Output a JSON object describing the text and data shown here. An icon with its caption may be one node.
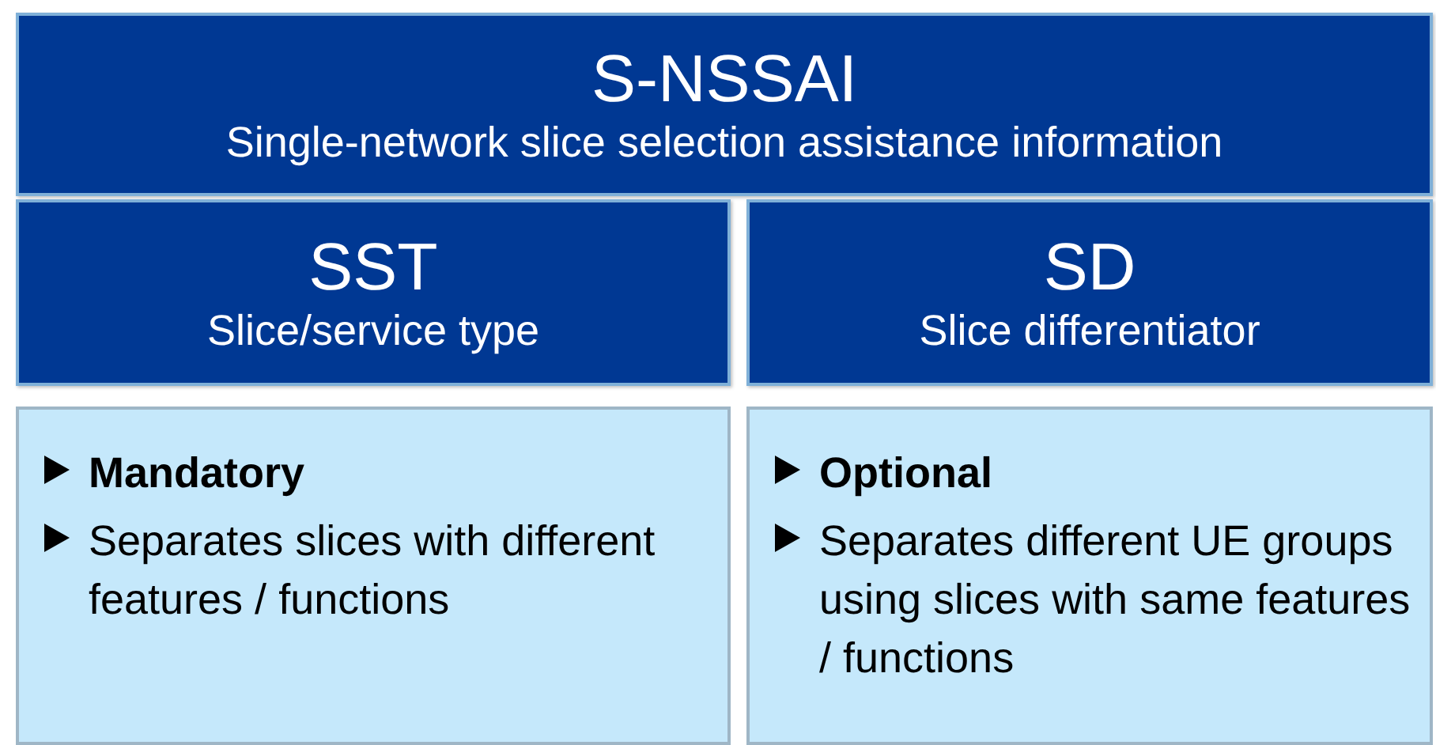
{
  "diagram": {
    "nodes": [
      {
        "text": [
          "S-NSSAI",
          "Single-network slice selection assistance information"
        ]
      },
      {
        "text": [
          "SST",
          "Slice/service type"
        ]
      },
      {
        "text": [
          "SD",
          "Slice differentiator"
        ]
      },
      {
        "text": [
          "Mandatory",
          "Separates slices with different features / functions"
        ]
      },
      {
        "text": [
          "Optional",
          "Separates different UE groups using slices with same features / functions"
        ]
      }
    ],
    "edges": []
  }
}
